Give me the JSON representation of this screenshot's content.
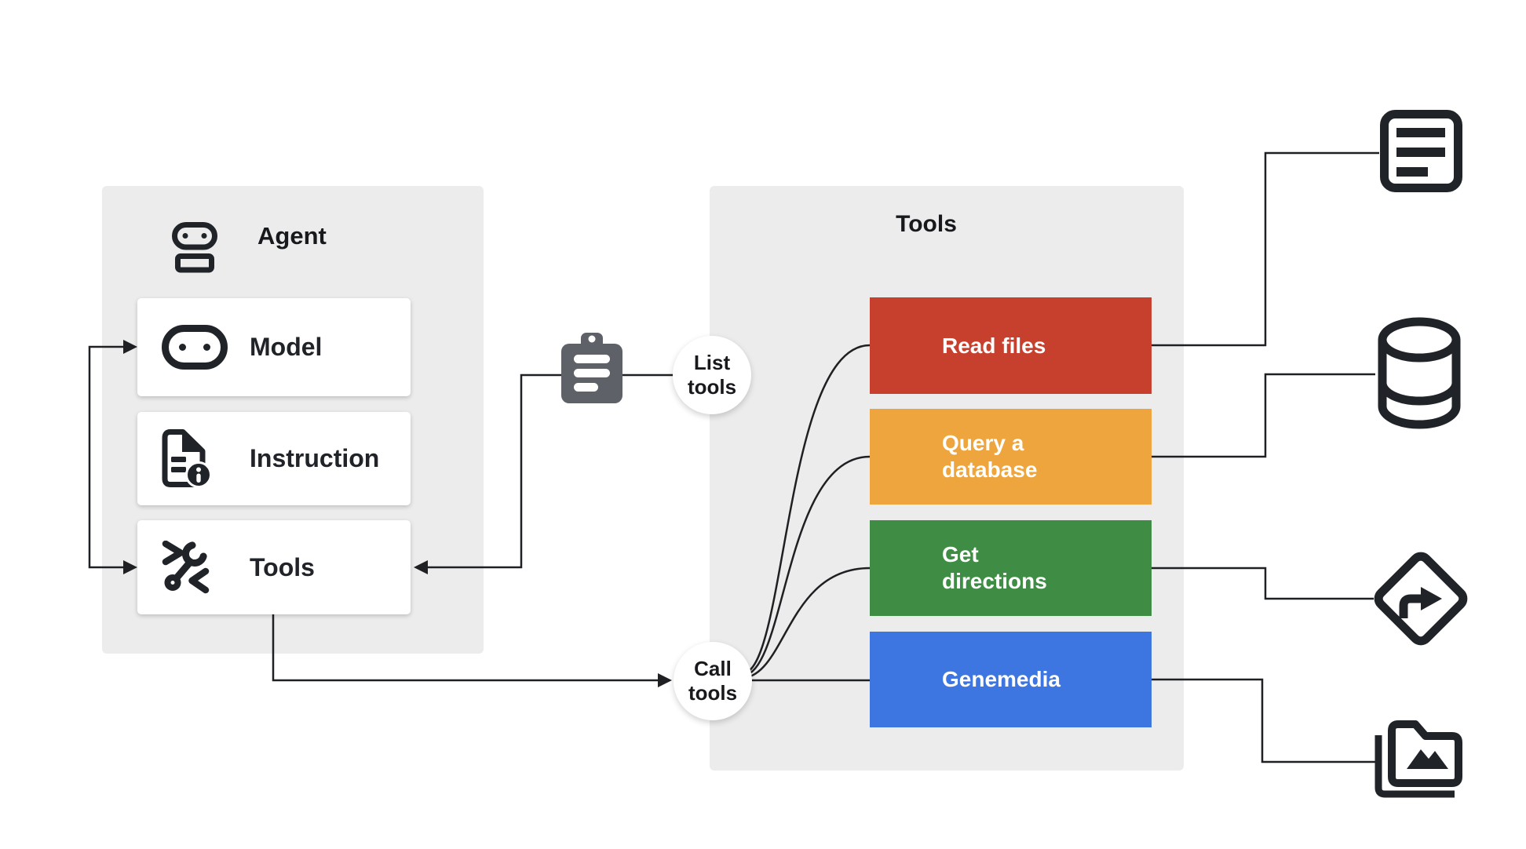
{
  "diagram": {
    "background": "#FFFFFF",
    "line_color": "#1F2023",
    "icon_color": "#202328",
    "clipboard_color": "#5E6268"
  },
  "agent_panel": {
    "title": "Agent",
    "bg": "#ECECEC",
    "header_icon": "robot-icon",
    "items": [
      {
        "label": "Model",
        "icon": "robot-face-icon"
      },
      {
        "label": "Instruction",
        "icon": "document-info-icon"
      },
      {
        "label": "Tools",
        "icon": "wrench-icon"
      }
    ]
  },
  "flow": {
    "list_tools_label": "List\ntools",
    "call_tools_label": "Call\ntools",
    "list_tools_icon": "clipboard-icon"
  },
  "tools_panel": {
    "title": "Tools",
    "bg": "#ECECEC",
    "tools": [
      {
        "label": "Read files",
        "color": "#C7402E",
        "target_icon": "file-lines-icon"
      },
      {
        "label": "Query a database",
        "color": "#EFA53D",
        "target_icon": "database-icon"
      },
      {
        "label": "Get directions",
        "color": "#3F8C44",
        "target_icon": "turn-right-sign-icon"
      },
      {
        "label": "Genemedia",
        "color": "#3D76E0",
        "target_icon": "image-folder-icon"
      }
    ]
  }
}
